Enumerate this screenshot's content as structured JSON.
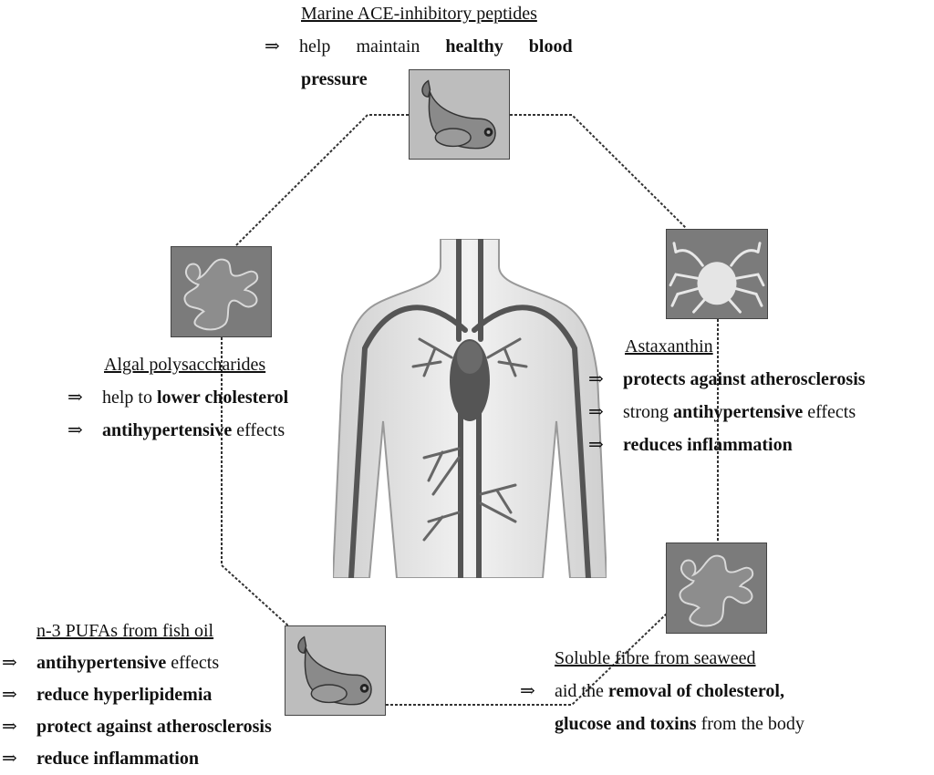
{
  "marine_peptides": {
    "title": "Marine ACE-inhibitory peptides",
    "arrow": "⇒",
    "word1": "help",
    "word2": "maintain",
    "word3": "healthy",
    "word4": "blood",
    "word5": "pressure"
  },
  "astaxanthin": {
    "title": "Astaxanthin",
    "items": [
      {
        "arrow": "⇒",
        "pre": "",
        "bold": "protects against atherosclerosis",
        "post": ""
      },
      {
        "arrow": "⇒",
        "pre": "strong ",
        "bold": "antihypertensive",
        "post": " effects"
      },
      {
        "arrow": "⇒",
        "pre": "",
        "bold": "reduces inflammation",
        "post": ""
      }
    ]
  },
  "algal": {
    "title": "Algal polysaccharides",
    "items": [
      {
        "arrow": "⇒",
        "pre": "help to ",
        "bold": "lower cholesterol",
        "post": ""
      },
      {
        "arrow": "⇒",
        "pre": "",
        "bold": "antihypertensive",
        "post": " effects"
      }
    ]
  },
  "pufa": {
    "title": "n-3 PUFAs from fish oil",
    "items": [
      {
        "arrow": "⇒",
        "pre": "",
        "bold": "antihypertensive",
        "post": " effects"
      },
      {
        "arrow": "⇒",
        "pre": "",
        "bold": "reduce hyperlipidemia",
        "post": ""
      },
      {
        "arrow": "⇒",
        "pre": "",
        "bold": "protect against atherosclerosis",
        "post": ""
      },
      {
        "arrow": "⇒",
        "pre": "",
        "bold": "reduce inflammation",
        "post": ""
      }
    ]
  },
  "fibre": {
    "title": "Soluble fibre from seaweed",
    "arrow": "⇒",
    "line1_pre": "aid the ",
    "line1_bold": "removal of cholesterol,",
    "line2_bold": "glucose and toxins",
    "line2_post": " from the body"
  },
  "icons": {
    "top": "fish-icon",
    "right": "crab-icon",
    "left": "seaweed-icon",
    "bottom_left": "fish-icon",
    "bottom_right": "seaweed-icon",
    "center": "human-circulatory-system"
  },
  "colors": {
    "tile_dark": "#7b7b7b",
    "tile_light": "#bdbdbd",
    "connector": "#333333"
  }
}
